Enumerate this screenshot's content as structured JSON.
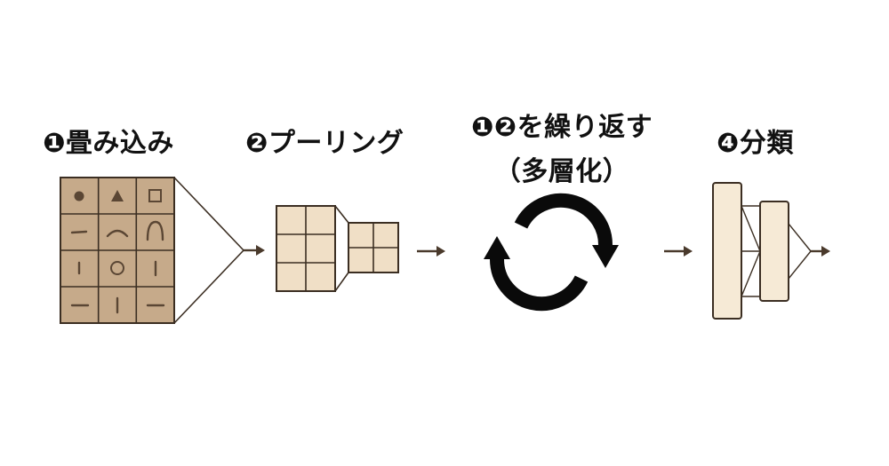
{
  "steps": [
    {
      "label": "❶畳み込み"
    },
    {
      "label": "❷プーリング"
    },
    {
      "label_line1": "❶❷を繰り返す",
      "label_line2": "（多層化）"
    },
    {
      "label": "❹分類"
    }
  ],
  "colors": {
    "tile_dark": "#c6aa8a",
    "tile_light": "#f0dfc6",
    "tile_lighter": "#f6ead6",
    "stroke": "#3b2e22",
    "arrow": "#4a3a2c",
    "cycle": "#0a0a0a"
  }
}
